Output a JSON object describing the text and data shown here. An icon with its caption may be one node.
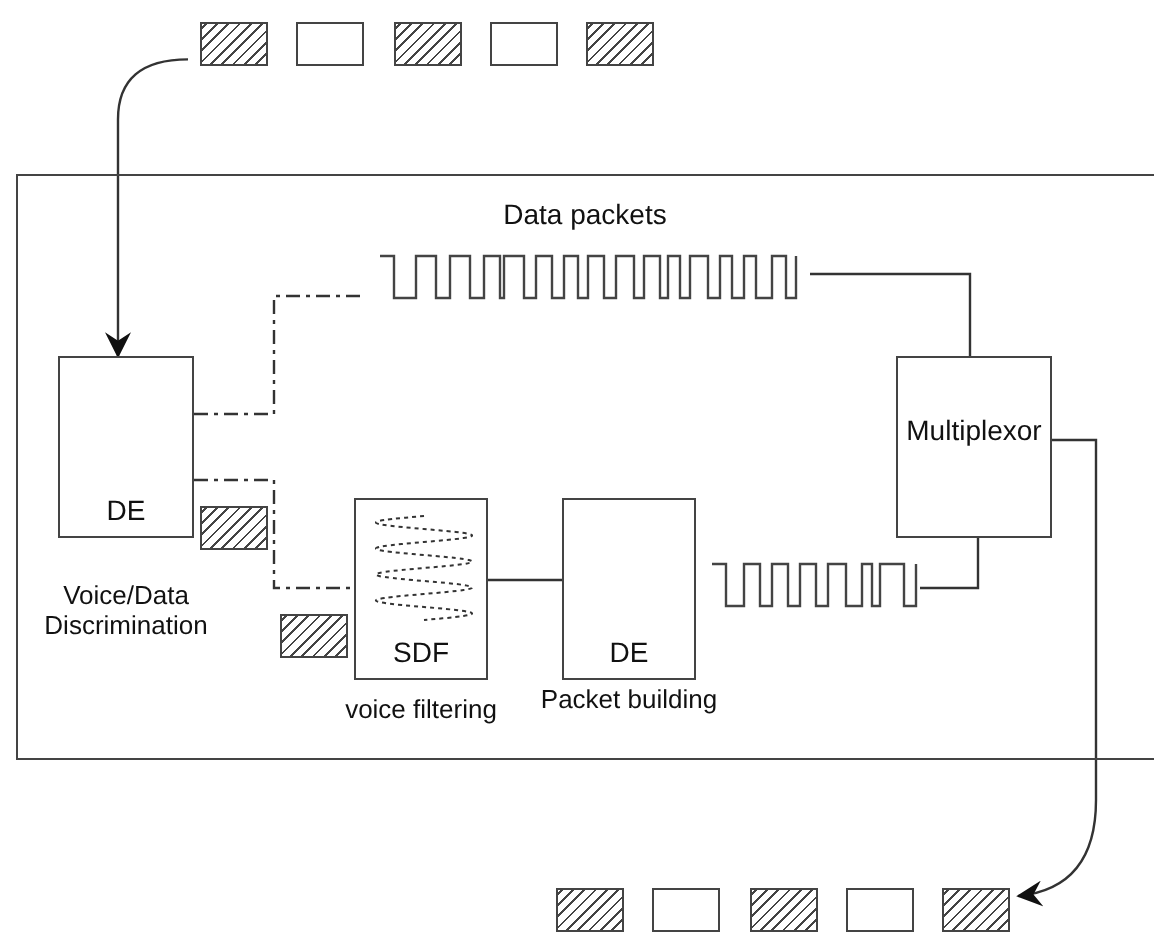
{
  "diagram": {
    "nodes": [
      {
        "text": [],
        "shape": "box"
      },
      {
        "text": [
          "DE"
        ],
        "beside": [
          "Voice/Data Discrimination"
        ],
        "in": 0
      },
      {
        "text": [
          "SDF"
        ],
        "beside": [
          "voice filtering"
        ],
        "in": 0
      },
      {
        "text": [
          "DE"
        ],
        "beside": [
          "Packet building"
        ],
        "in": 0
      },
      {
        "text": [
          "Multiplexor"
        ],
        "in": 0
      },
      {
        "text": [
          "Data packets"
        ],
        "in": 0
      },
      {
        "text": [],
        "shape": "picture",
        "in": 0
      },
      {
        "text": [],
        "shape": "box"
      },
      {
        "text": [],
        "shape": "box"
      },
      {
        "text": [],
        "shape": "box"
      },
      {
        "text": [],
        "shape": "box"
      },
      {
        "text": [],
        "shape": "box"
      },
      {
        "text": [],
        "shape": "box"
      },
      {
        "text": [],
        "shape": "box"
      },
      {
        "text": [],
        "shape": "box"
      },
      {
        "text": [],
        "shape": "box"
      },
      {
        "text": [],
        "shape": "box"
      }
    ],
    "edges": [
      {
        "from": 7,
        "to": 1,
        "arrow": "to"
      },
      {
        "from": 1,
        "to": 5,
        "arrow": "none",
        "style": "dashed"
      },
      {
        "from": 5,
        "to": 4,
        "arrow": "none"
      },
      {
        "from": 1,
        "to": 2,
        "arrow": "none",
        "style": "dashed"
      },
      {
        "from": 2,
        "to": 3,
        "arrow": "none"
      },
      {
        "from": 6,
        "to": 4,
        "arrow": "none"
      },
      {
        "from": 4,
        "to": 16,
        "arrow": "to"
      }
    ]
  }
}
